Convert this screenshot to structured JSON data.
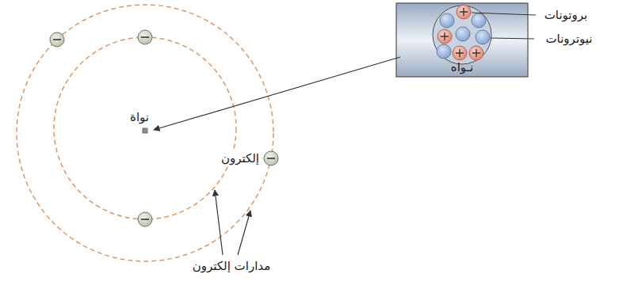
{
  "diagram": {
    "nodes": [
      {
        "text": [
          "نـواه"
        ]
      }
    ],
    "labels": [
      "بروتونات",
      "نيوترونات",
      "نواة",
      "إلكترون",
      "مدارات إلكترون"
    ]
  }
}
